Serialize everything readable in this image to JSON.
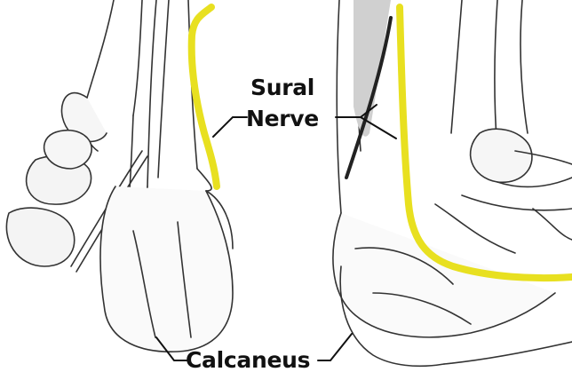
{
  "labels": {
    "sural_line1": "Sural",
    "sural_line2": "Nerve",
    "calcaneus": "Calcaneus"
  },
  "colors": {
    "nerve": "#e8e020",
    "outline": "#222222",
    "shading": "#c8c8c8",
    "background": "#ffffff"
  }
}
